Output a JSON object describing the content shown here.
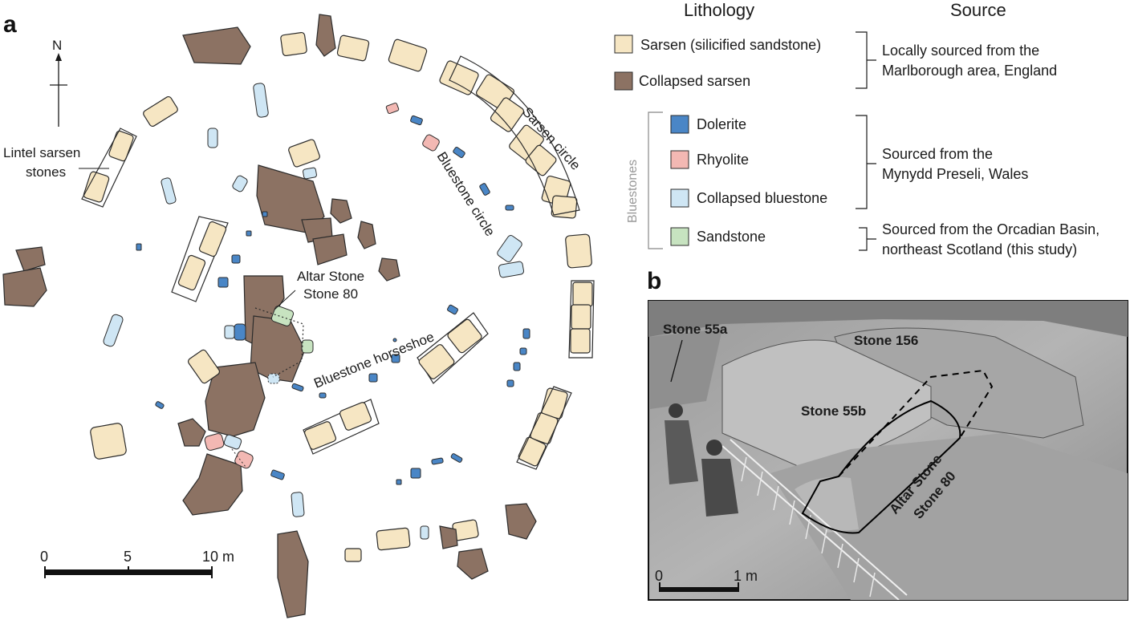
{
  "panel_a_label": "a",
  "panel_b_label": "b",
  "north_label": "N",
  "legend": {
    "lithology_header": "Lithology",
    "source_header": "Source",
    "group_label": "Bluestones",
    "items": {
      "sarsen": {
        "label": "Sarsen (silicified sandstone)",
        "color": "#f6e6c3"
      },
      "collapsed_sarsen": {
        "label": "Collapsed sarsen",
        "color": "#8c7263"
      },
      "dolerite": {
        "label": "Dolerite",
        "color": "#4a86c6"
      },
      "rhyolite": {
        "label": "Rhyolite",
        "color": "#f3b8b3"
      },
      "collapsed_bluestone": {
        "label": "Collapsed bluestone",
        "color": "#cfe6f4"
      },
      "sandstone": {
        "label": "Sandstone",
        "color": "#c7e3c0"
      }
    },
    "sources": {
      "sarsen_1": "Locally sourced from the",
      "sarsen_2": "Marlborough area, England",
      "blue_1": "Sourced from the",
      "blue_2": "Mynydd Preseli, Wales",
      "sand_1": "Sourced from the Orcadian Basin,",
      "sand_2": "northeast Scotland (this study)"
    }
  },
  "plan_labels": {
    "lintel_1": "Lintel sarsen",
    "lintel_2": "stones",
    "sarsen_circle": "Sarsen circle",
    "bluestone_circle": "Bluestone circle",
    "bluestone_horseshoe": "Bluestone horseshoe",
    "altar_1": "Altar Stone",
    "altar_2": "Stone 80"
  },
  "scale_a": {
    "tick0": "0",
    "tick5": "5",
    "tick10": "10 m"
  },
  "photo": {
    "stone_55a": "Stone 55a",
    "stone_156": "Stone 156",
    "stone_55b": "Stone 55b",
    "altar_1": "Altar Stone",
    "altar_2": "Stone 80",
    "scale0": "0",
    "scale1": "1 m"
  }
}
